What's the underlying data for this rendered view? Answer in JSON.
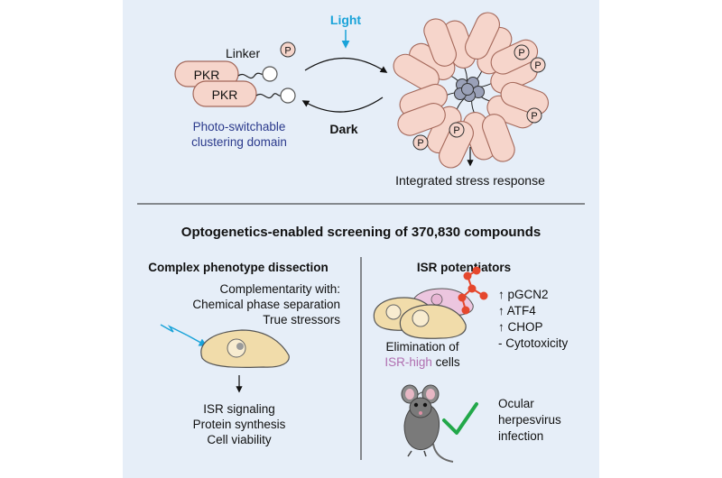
{
  "top": {
    "pkr_label": "PKR",
    "linker_label": "Linker",
    "phospho_label": "P",
    "light_label": "Light",
    "dark_label": "Dark",
    "photo_switch_line1": "Photo-switchable",
    "photo_switch_line2": "clustering domain",
    "isr_label": "Integrated stress response"
  },
  "title": "Optogenetics-enabled screening of 370,830 compounds",
  "left": {
    "heading": "Complex phenotype dissection",
    "complementarity": [
      "Complementarity with:",
      "Chemical phase separation",
      "True stressors"
    ],
    "outputs": [
      "ISR signaling",
      "Protein synthesis",
      "Cell viability"
    ]
  },
  "right": {
    "heading": "ISR potentiators",
    "markers": [
      "↑ pGCN2",
      "↑ ATF4",
      "↑ CHOP",
      "- Cytotoxicity"
    ],
    "elimination_prefix": "Elimination of",
    "elimination_highlight": "ISR-high",
    "elimination_suffix": "cells",
    "mouse_outcome": [
      "Ocular",
      "herpesvirus",
      "infection"
    ]
  },
  "colors": {
    "panel_bg": "#e6eef8",
    "light_blue": "#1aa3d9",
    "dark_navy": "#2b3a8c",
    "pkr_fill": "#f6d5cb",
    "pkr_stroke": "#a4685a",
    "cell_fill": "#f1dcaa",
    "isr_high_purple": "#b06fb0",
    "molecule_red": "#e5472d",
    "check_green": "#22a84a"
  }
}
